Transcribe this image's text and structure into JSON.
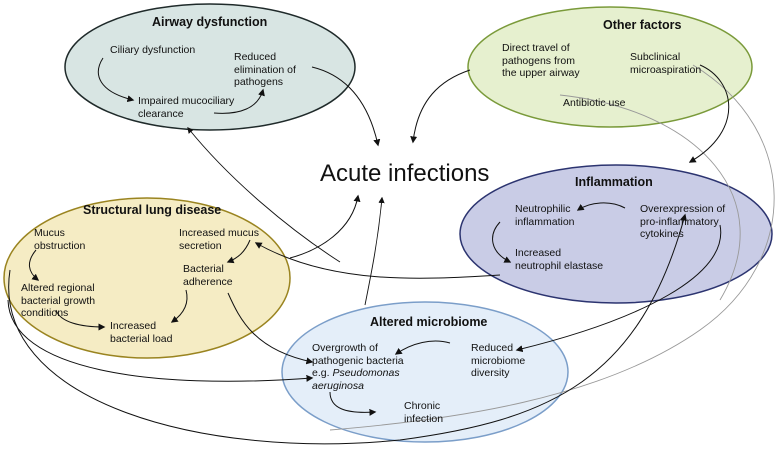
{
  "center": {
    "title": "Acute infections"
  },
  "groups": {
    "airway": {
      "title": "Airway dysfunction",
      "color": "#d8e5e3",
      "items": {
        "ciliary": "Ciliary dysfunction",
        "reduced_elim": "Reduced\nelimination of\npathogens",
        "impaired": "Impaired mucociliary\nclearance"
      }
    },
    "other": {
      "title": "Other factors",
      "color": "#e6f0cf",
      "items": {
        "direct": "Direct travel of\npathogens from\nthe upper airway",
        "subclinical": "Subclinical\nmicroaspiration",
        "antibiotic": "Antibiotic use"
      }
    },
    "inflammation": {
      "title": "Inflammation",
      "color": "#c9cce6",
      "items": {
        "neutrophilic": "Neutrophilic\ninflammation",
        "overexpression": "Overexpression of\npro-inflammatory\ncytokines",
        "elastase": "Increased\nneutrophil elastase"
      }
    },
    "structural": {
      "title": "Structural lung disease",
      "color": "#f5ecc4",
      "items": {
        "mucus_obstruction": "Mucus\nobstruction",
        "increased_mucus": "Increased mucus\nsecretion",
        "adherence": "Bacterial\nadherence",
        "altered_regional": "Altered regional\nbacterial growth\nconditions",
        "increased_load": "Increased\nbacterial load"
      }
    },
    "microbiome": {
      "title": "Altered microbiome",
      "color": "#e4eef9",
      "items": {
        "overgrowth": "Overgrowth of\npathogenic bacteria\ne.g.",
        "overgrowth_species": "Pseudomonas\naeruginosa",
        "reduced_diversity": "Reduced\nmicrobiome\ndiversity",
        "chronic": "Chronic\ninfection"
      }
    }
  }
}
